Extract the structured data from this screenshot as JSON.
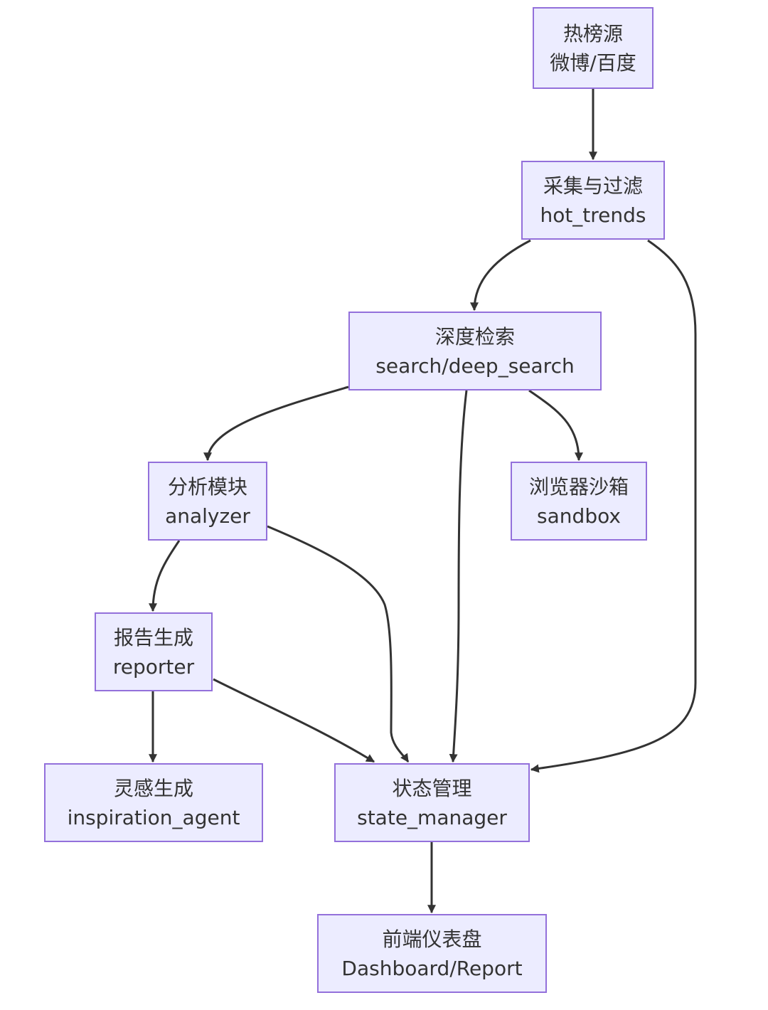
{
  "diagram": {
    "colors": {
      "node_fill": "#ECECFF",
      "node_border": "#9370DB",
      "edge": "#333333",
      "text": "#333333"
    },
    "nodes": {
      "hot_source": {
        "title": "热榜源",
        "subtitle": "微博/百度"
      },
      "collect_filter": {
        "title": "采集与过滤",
        "subtitle": "hot_trends"
      },
      "deep_search": {
        "title": "深度检索",
        "subtitle": "search/deep_search"
      },
      "analyzer": {
        "title": "分析模块",
        "subtitle": "analyzer"
      },
      "sandbox": {
        "title": "浏览器沙箱",
        "subtitle": "sandbox"
      },
      "reporter": {
        "title": "报告生成",
        "subtitle": "reporter"
      },
      "inspiration": {
        "title": "灵感生成",
        "subtitle": "inspiration_agent"
      },
      "state_manager": {
        "title": "状态管理",
        "subtitle": "state_manager"
      },
      "dashboard": {
        "title": "前端仪表盘",
        "subtitle": "Dashboard/Report"
      }
    },
    "edges": [
      {
        "from": "hot_source",
        "to": "collect_filter"
      },
      {
        "from": "collect_filter",
        "to": "deep_search"
      },
      {
        "from": "collect_filter",
        "to": "state_manager"
      },
      {
        "from": "deep_search",
        "to": "analyzer"
      },
      {
        "from": "deep_search",
        "to": "state_manager"
      },
      {
        "from": "deep_search",
        "to": "sandbox"
      },
      {
        "from": "analyzer",
        "to": "reporter"
      },
      {
        "from": "analyzer",
        "to": "state_manager"
      },
      {
        "from": "reporter",
        "to": "inspiration"
      },
      {
        "from": "reporter",
        "to": "state_manager"
      },
      {
        "from": "state_manager",
        "to": "dashboard"
      }
    ]
  }
}
